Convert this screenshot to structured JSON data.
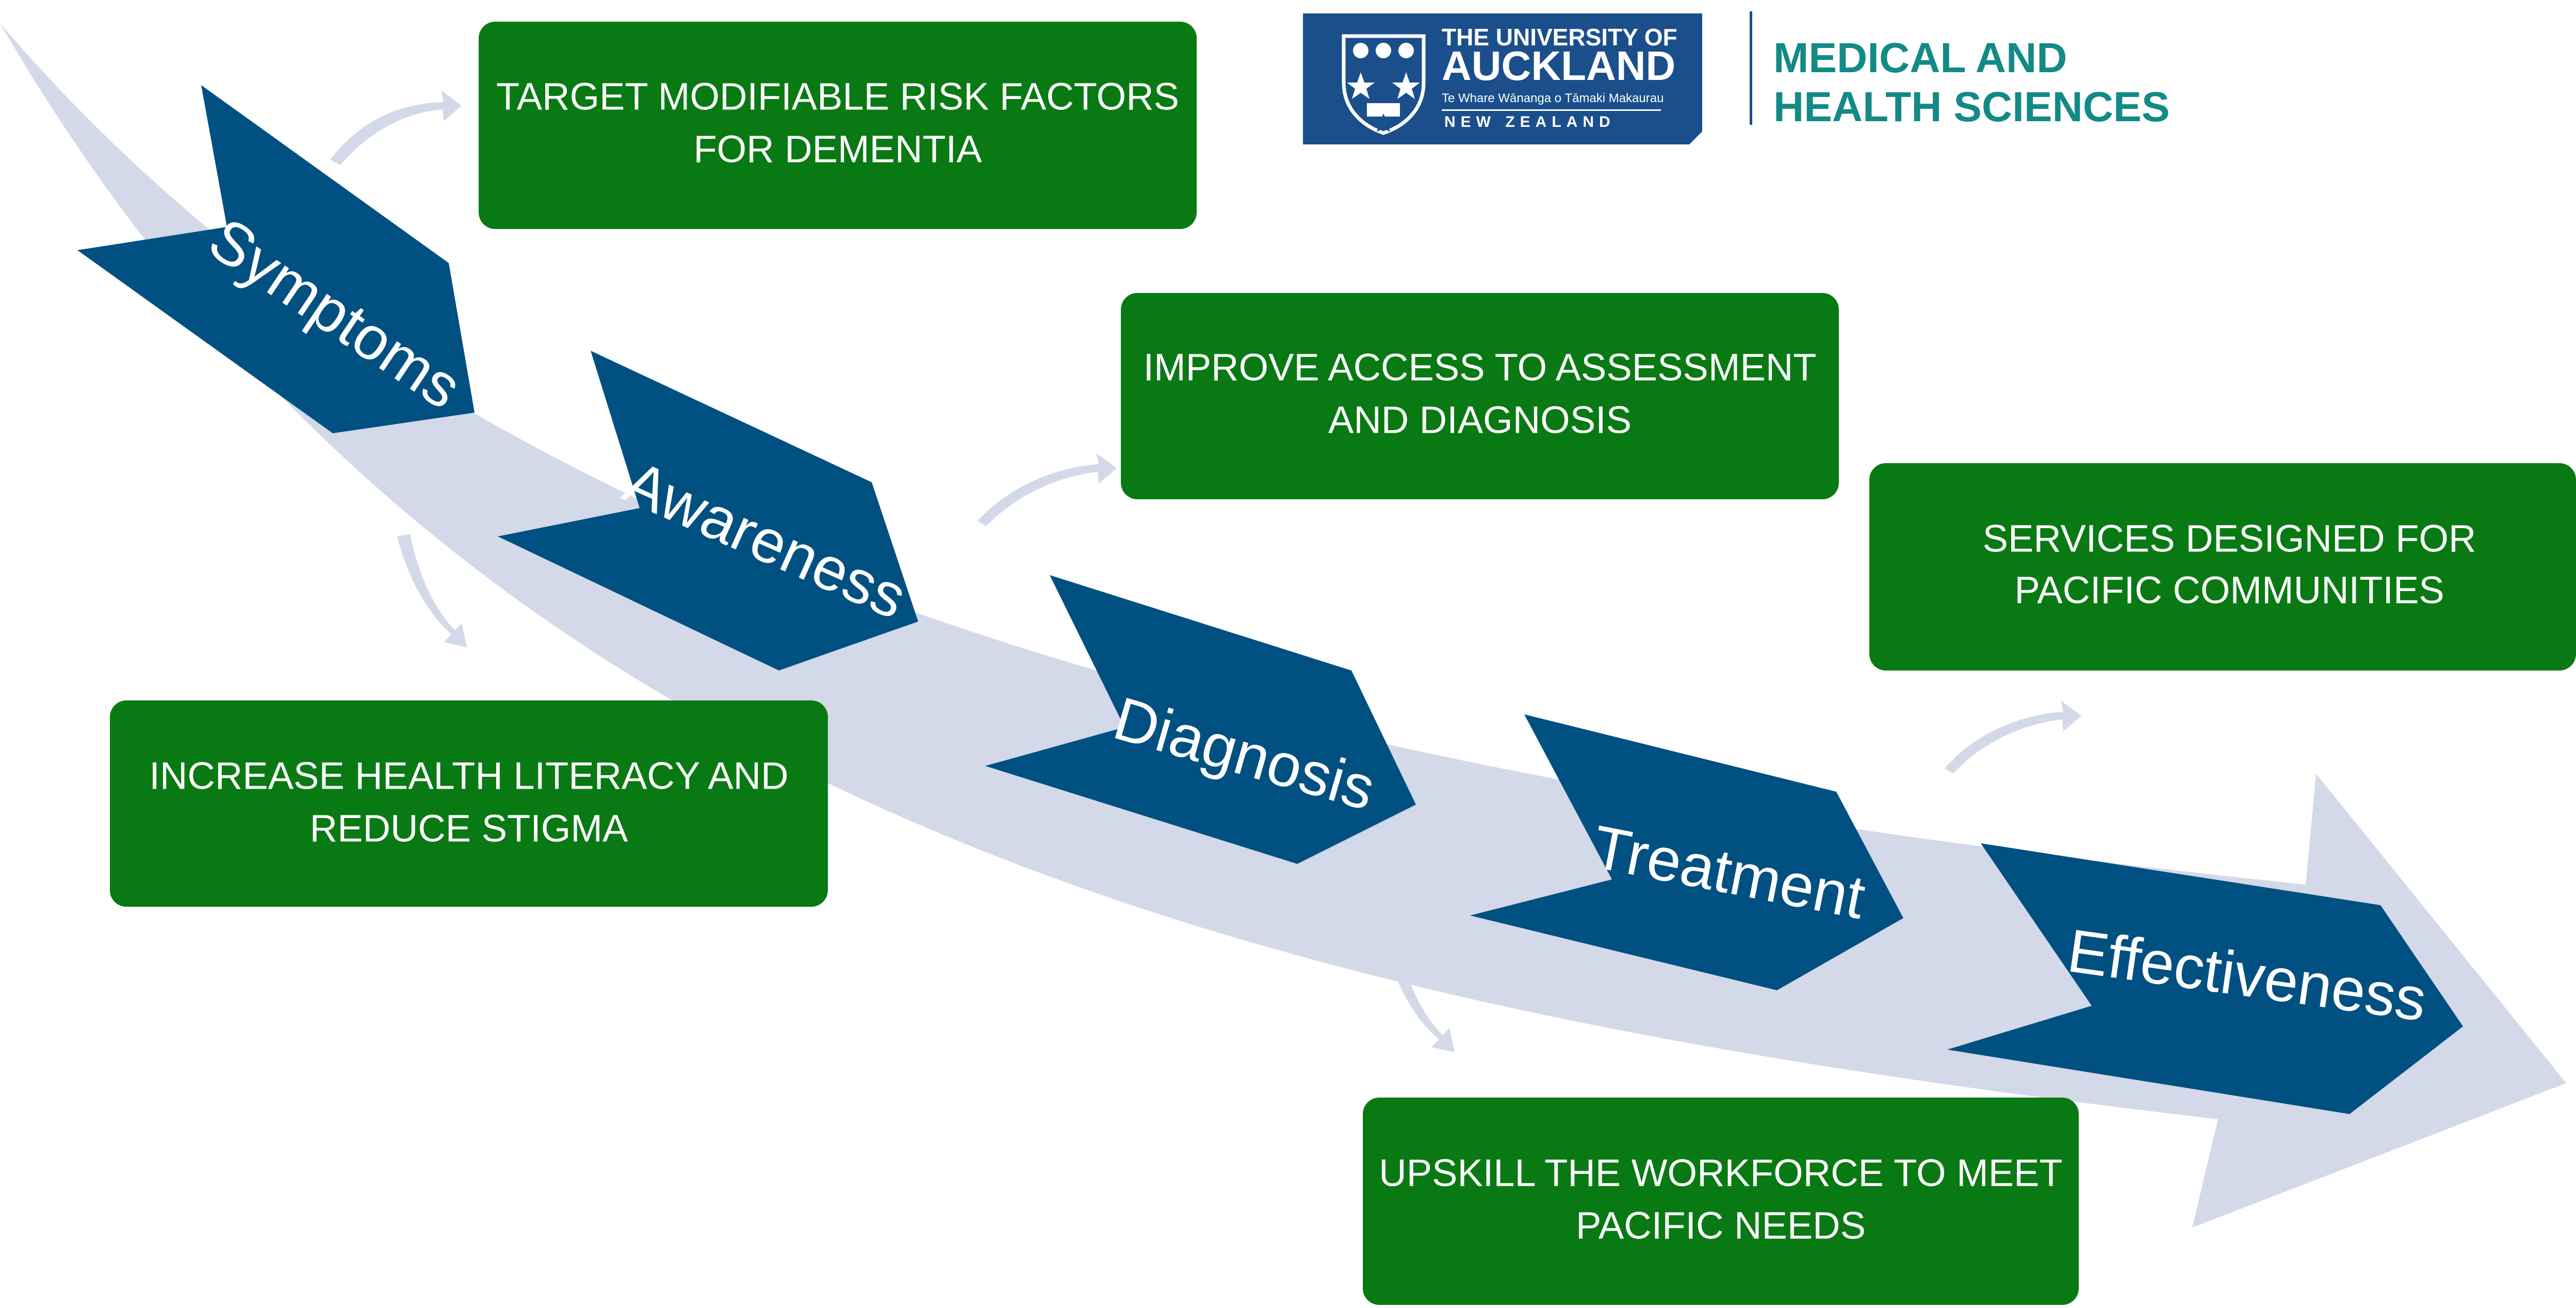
{
  "logo": {
    "line1": "THE UNIVERSITY OF",
    "line2": "AUCKLAND",
    "line3": "Te Whare Wānanga o Tāmaki Makaurau",
    "line4": "NEW ZEALAND",
    "brand_color": "#1b4f8c"
  },
  "faculty": {
    "line1": "MEDICAL AND",
    "line2": "HEALTH SCIENCES",
    "color": "#138a85"
  },
  "stages": [
    {
      "label": "Symptoms"
    },
    {
      "label": "Awareness"
    },
    {
      "label": "Diagnosis"
    },
    {
      "label": "Treatment"
    },
    {
      "label": "Effectiveness"
    }
  ],
  "actions": [
    {
      "line1": "TARGET MODIFIABLE RISK FACTORS",
      "line2": "FOR DEMENTIA"
    },
    {
      "line1": "IMPROVE ACCESS TO ASSESSMENT",
      "line2": "AND DIAGNOSIS"
    },
    {
      "line1": "SERVICES DESIGNED FOR",
      "line2": "PACIFIC COMMUNITIES"
    },
    {
      "line1": "INCREASE  HEALTH LITERACY AND",
      "line2": "REDUCE  STIGMA"
    },
    {
      "line1": "UPSKILL THE WORKFORCE TO MEET",
      "line2": "PACIFIC NEEDS"
    }
  ],
  "colors": {
    "chevron": "#005082",
    "action_box": "#097a13",
    "band": "#d3d9e8"
  }
}
